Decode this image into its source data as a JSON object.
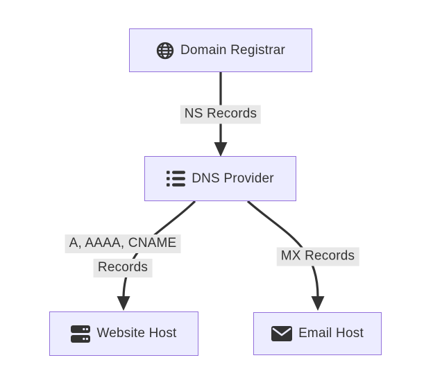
{
  "diagram": {
    "type": "flowchart",
    "direction": "top-down",
    "colors": {
      "background": "#ffffff",
      "node_fill": "#ECECFF",
      "node_border": "#9370DB",
      "text": "#333333",
      "edge": "#333333",
      "edge_label_bg": "#e8e8e8"
    },
    "nodes": [
      {
        "id": "registrar",
        "label": "Domain Registrar",
        "icon": "globe-icon"
      },
      {
        "id": "dns",
        "label": "DNS Provider",
        "icon": "list-icon"
      },
      {
        "id": "website",
        "label": "Website Host",
        "icon": "server-icon"
      },
      {
        "id": "email",
        "label": "Email Host",
        "icon": "envelope-icon"
      }
    ],
    "edges": [
      {
        "from": "registrar",
        "to": "dns",
        "label": "NS Records",
        "label_lines": [
          "NS Records"
        ]
      },
      {
        "from": "dns",
        "to": "website",
        "label": "A, AAAA, CNAME Records",
        "label_lines": [
          "A, AAAA, CNAME",
          "Records"
        ]
      },
      {
        "from": "dns",
        "to": "email",
        "label": "MX Records",
        "label_lines": [
          "MX Records"
        ]
      }
    ]
  }
}
